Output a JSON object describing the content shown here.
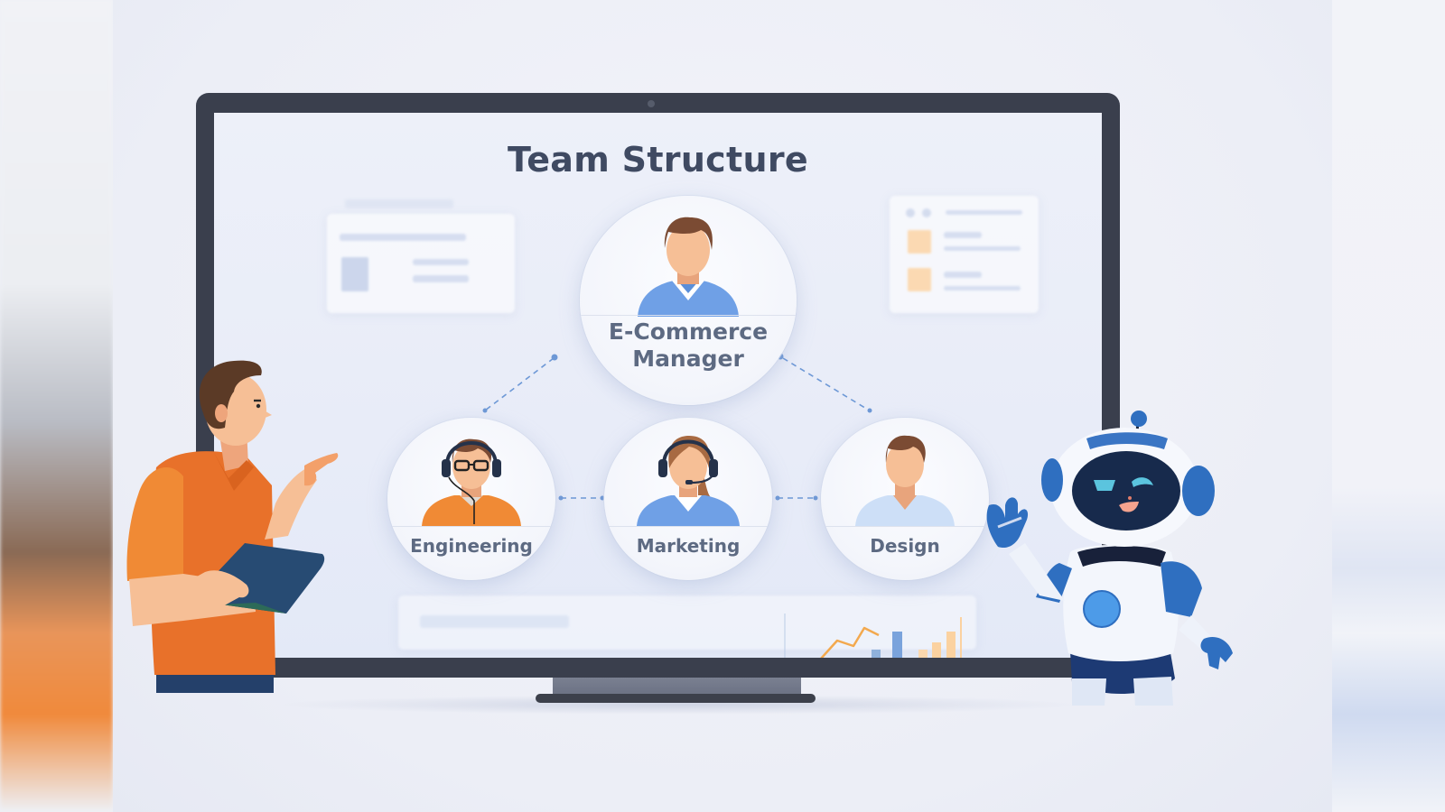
{
  "screen": {
    "title": "Team Structure"
  },
  "org_chart": {
    "root": {
      "label_line1": "E-Commerce",
      "label_line2": "Manager",
      "icon": "manager-avatar"
    },
    "children": [
      {
        "label": "Engineering",
        "icon": "engineer-with-headset-and-glasses",
        "shirt_color": "#f08a35"
      },
      {
        "label": "Marketing",
        "icon": "marketer-with-headset",
        "shirt_color": "#6fa0e6"
      },
      {
        "label": "Design",
        "icon": "designer-avatar",
        "shirt_color": "#cddff7"
      }
    ]
  },
  "colors": {
    "bezel": "#3a3f4d",
    "title_text": "#3f4a62",
    "label_text": "#5d6a82",
    "connector": "#6d98d6",
    "accent_orange": "#f08a35",
    "accent_blue": "#2f6fc0"
  },
  "scene": {
    "presenter": "man-in-orange-shirt-holding-tablet-pointing",
    "assistant": "friendly-robot-waving"
  }
}
